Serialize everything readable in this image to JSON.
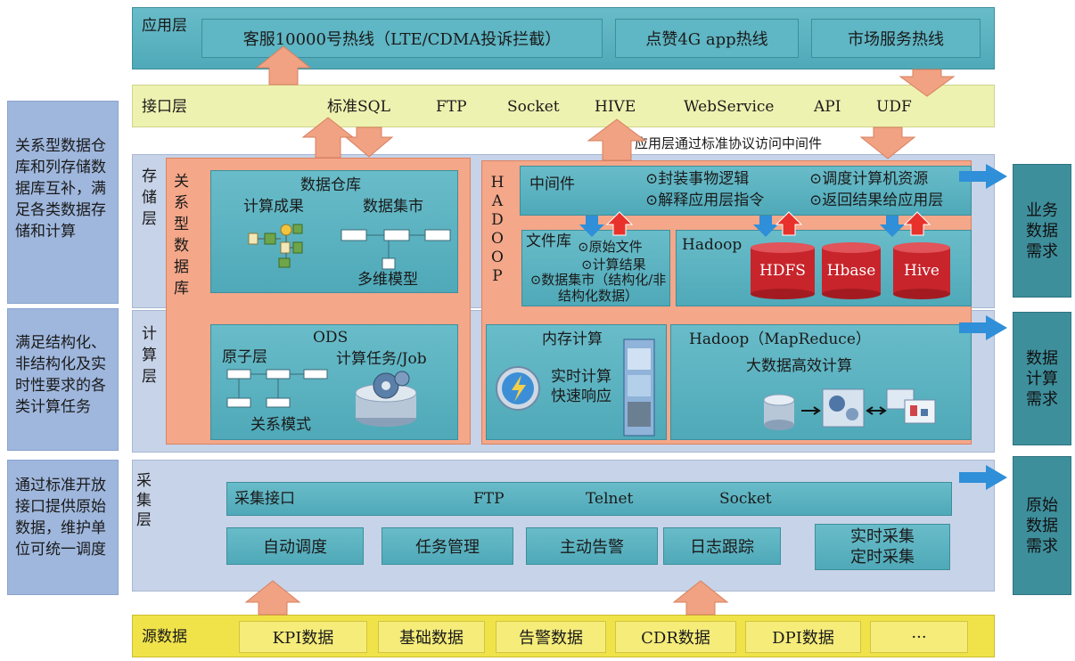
{
  "app_layer": {
    "label": "应用层",
    "boxes": [
      "客服10000号热线（LTE/CDMA投诉拦截）",
      "点赞4G app热线",
      "市场服务热线"
    ]
  },
  "interface_layer": {
    "label": "接口层",
    "items": [
      "标准SQL",
      "FTP",
      "Socket",
      "HIVE",
      "WebService",
      "API",
      "UDF"
    ]
  },
  "middleware_note": "应用层通过标准协议访问中间件",
  "storage_layer": {
    "label": "存储层",
    "side_note": "关系型数据仓库和列存储数据库互补，满足各类数据存储和计算"
  },
  "relational_db": {
    "label": "关系型数据库",
    "warehouse_title": "数据仓库",
    "calc_result": "计算成果",
    "data_mart": "数据集市",
    "multi_model": "多维模型"
  },
  "hadoop_label": "HADOOP",
  "middleware": {
    "title": "中间件",
    "items": [
      "⊙封装事物逻辑",
      "⊙调度计算机资源",
      "⊙解释应用层指令",
      "⊙返回结果给应用层"
    ]
  },
  "file_lib": {
    "title": "文件库",
    "items": [
      "⊙原始文件",
      "⊙计算结果",
      "⊙数据集市（结构化/非结构化数据）"
    ]
  },
  "hadoop_store": {
    "title": "Hadoop",
    "dbs": [
      "HDFS",
      "Hbase",
      "Hive"
    ]
  },
  "compute_layer": {
    "label": "计算层",
    "side_note": "满足结构化、非结构化及实时性要求的各类计算任务"
  },
  "ods": {
    "title": "ODS",
    "atomic": "原子层",
    "job": "计算任务/Job",
    "relation": "关系模式"
  },
  "memory": {
    "title": "内存计算",
    "line1": "实时计算",
    "line2": "快速响应"
  },
  "mapreduce": {
    "title": "Hadoop（MapReduce）",
    "subtitle": "大数据高效计算"
  },
  "collect_layer": {
    "label": "采集层",
    "side_note": "通过标准开放接口提供原始数据，维护单位可统一调度",
    "interface_label": "采集接口",
    "protocols": [
      "FTP",
      "Telnet",
      "Socket"
    ],
    "functions": [
      "自动调度",
      "任务管理",
      "主动告警",
      "日志跟踪"
    ],
    "realtime": [
      "实时采集",
      "定时采集"
    ]
  },
  "source": {
    "label": "源数据",
    "items": [
      "KPI数据",
      "基础数据",
      "告警数据",
      "CDR数据",
      "DPI数据",
      "···"
    ]
  },
  "right_needs": [
    "业务数据需求",
    "数据计算需求",
    "原始数据需求"
  ],
  "colors": {
    "teal": "#5fb6c4",
    "lavender": "#c7d3e8",
    "salmon": "#f4a789",
    "yellow": "#eef2b0",
    "gold": "#f0e34a",
    "db_red": "#c8242b",
    "arrow_blue": "#2f8fd8",
    "arrow_red": "#e8312b"
  }
}
